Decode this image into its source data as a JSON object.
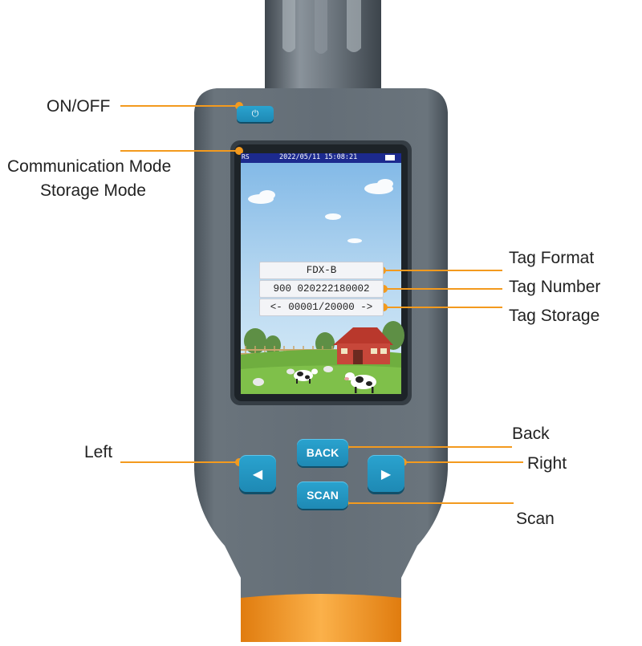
{
  "labels": {
    "on_off": "ON/OFF",
    "communication_mode": "Communication Mode",
    "storage_mode": "Storage Mode",
    "tag_format": "Tag Format",
    "tag_number": "Tag Number",
    "tag_storage": "Tag Storage",
    "back": "Back",
    "left": "Left",
    "right": "Right",
    "scan": "Scan"
  },
  "screen": {
    "status_mode": "RS",
    "datetime": "2022/05/11 15:08:21",
    "tag_format_value": "FDX-B",
    "tag_number_value": "900 020222180002",
    "tag_storage_value": "<- 00001/20000 ->"
  },
  "buttons": {
    "back": "BACK",
    "scan": "SCAN"
  },
  "icons": {
    "power": "power-icon",
    "left": "left-arrow-icon",
    "right": "right-arrow-icon",
    "battery": "battery-icon"
  },
  "colors": {
    "body": "#5a646d",
    "button": "#1e89b4",
    "accent_line": "#f39a1e",
    "grip": "#f59a1c",
    "status_bar": "#1c2a8e"
  }
}
